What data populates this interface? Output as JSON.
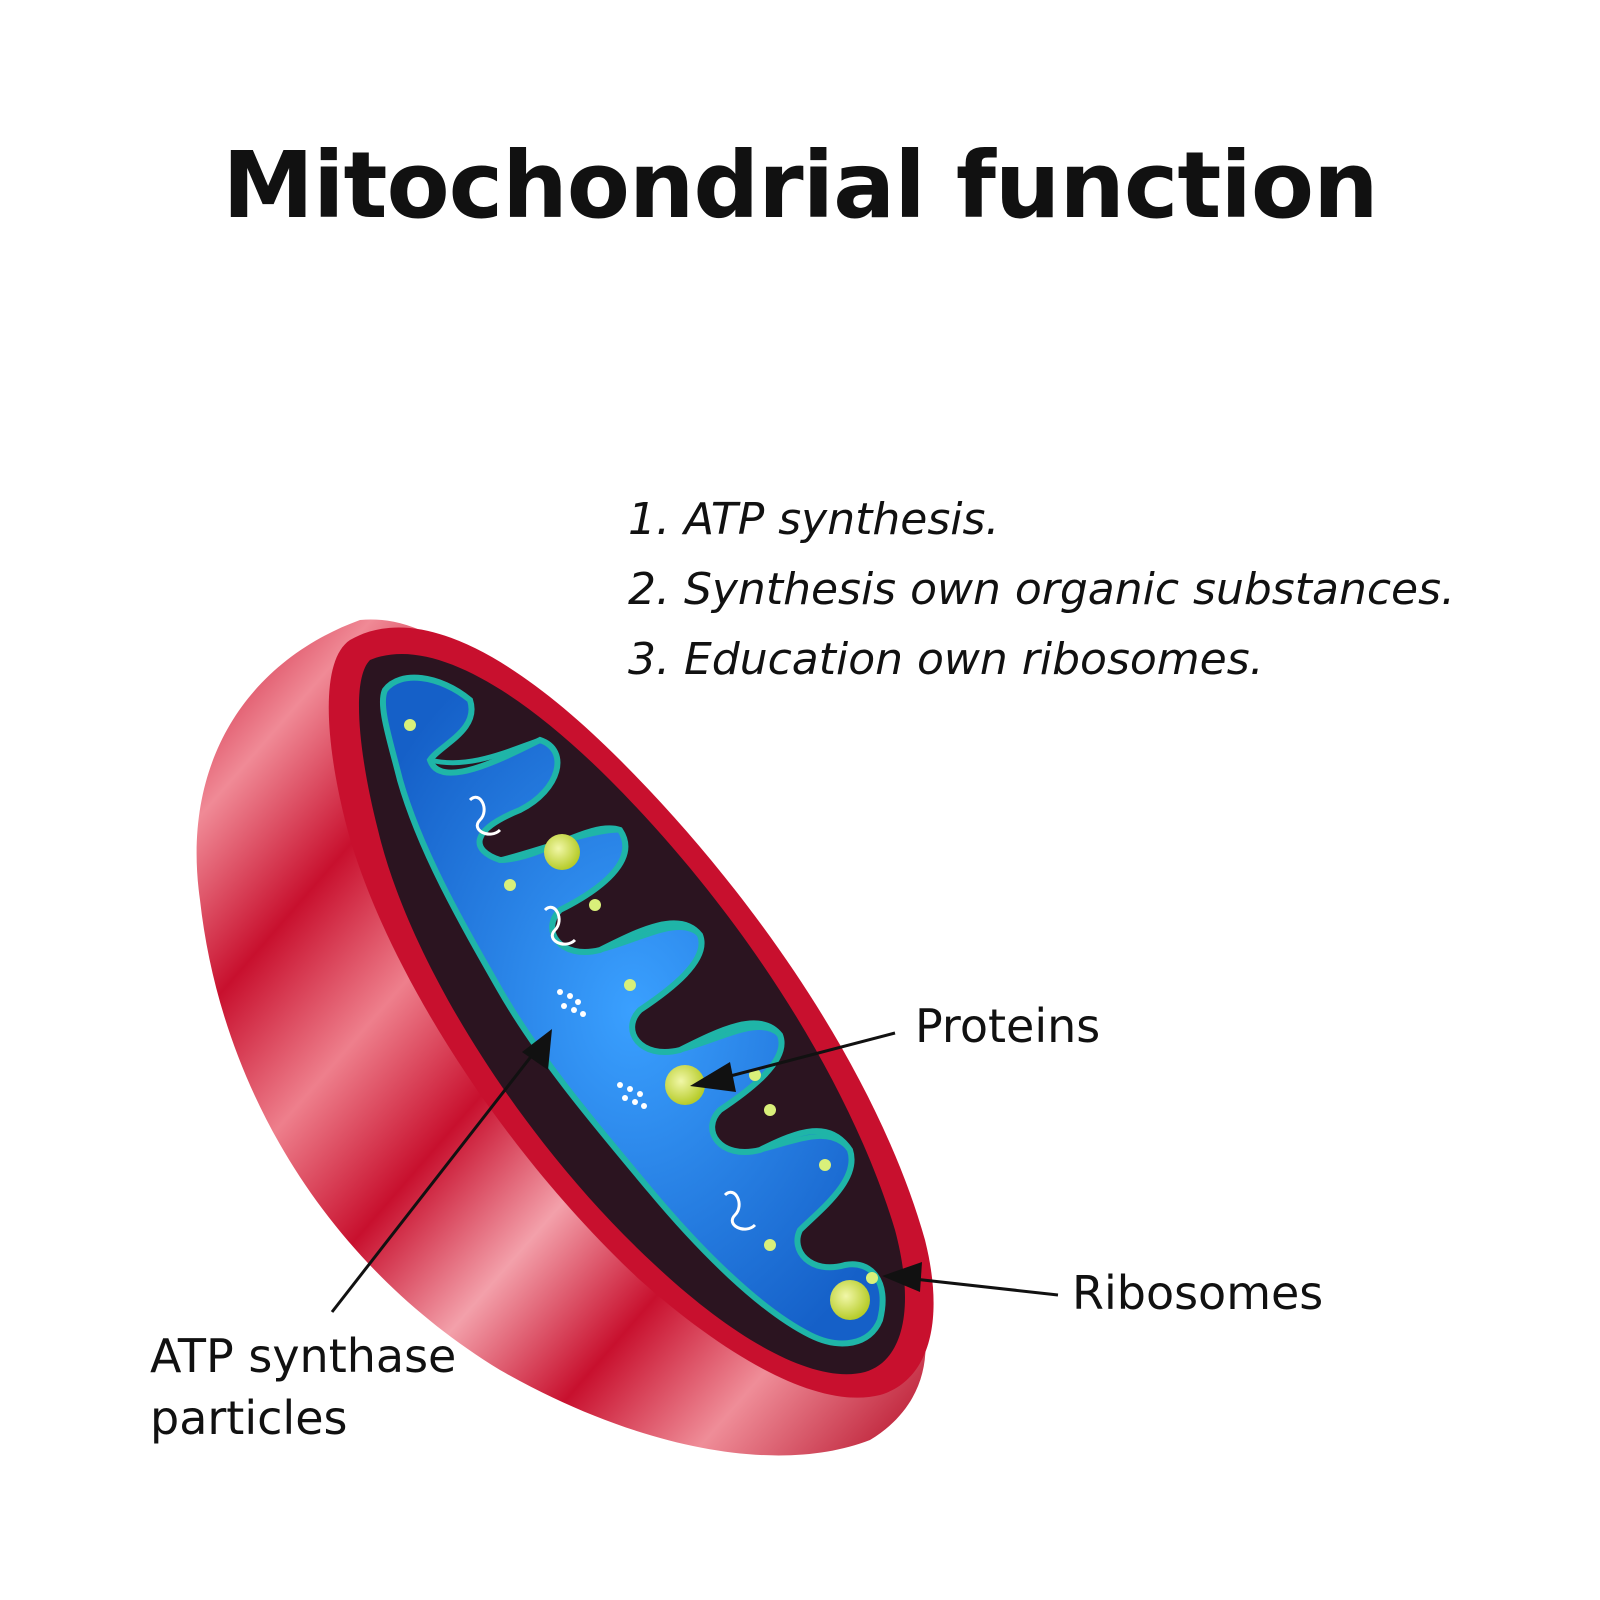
{
  "title": "Mitochondrial function",
  "functions": [
    "1. ATP synthesis.",
    "2. Synthesis own organic substances.",
    "3. Education own ribosomes."
  ],
  "labels": {
    "proteins": "Proteins",
    "ribosomes": "Ribosomes",
    "atp_synthase_line1": "ATP synthase",
    "atp_synthase_line2": "particles"
  },
  "colors": {
    "outer_membrane": "#c8102e",
    "outer_membrane_light": "#f08a96",
    "intermembrane_space": "#2b1420",
    "matrix": "#1a78e0",
    "cristae_outline": "#1fb5a8",
    "protein_granule": "#c9df3a",
    "ribosome": "#d9f07a",
    "arrow": "#111111"
  }
}
